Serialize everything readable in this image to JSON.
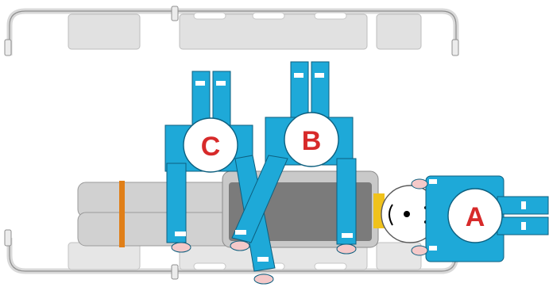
{
  "diagram": {
    "rescuers": [
      {
        "id": "C",
        "label": "C"
      },
      {
        "id": "B",
        "label": "B"
      },
      {
        "id": "A",
        "label": "A"
      }
    ],
    "colors": {
      "suit": "#1ea9d8",
      "suit_outline": "#0d5f7f",
      "stretcher_frame": "#d7d7d7",
      "stretcher_frame_outline": "#8f8f8f",
      "board_light": "#d1d1d1",
      "board_dark": "#7b7b7b",
      "strap": "#e07f18",
      "head_block": "#f0c21c",
      "skin": "#f4c9c9",
      "label": "#d72a2a"
    }
  }
}
